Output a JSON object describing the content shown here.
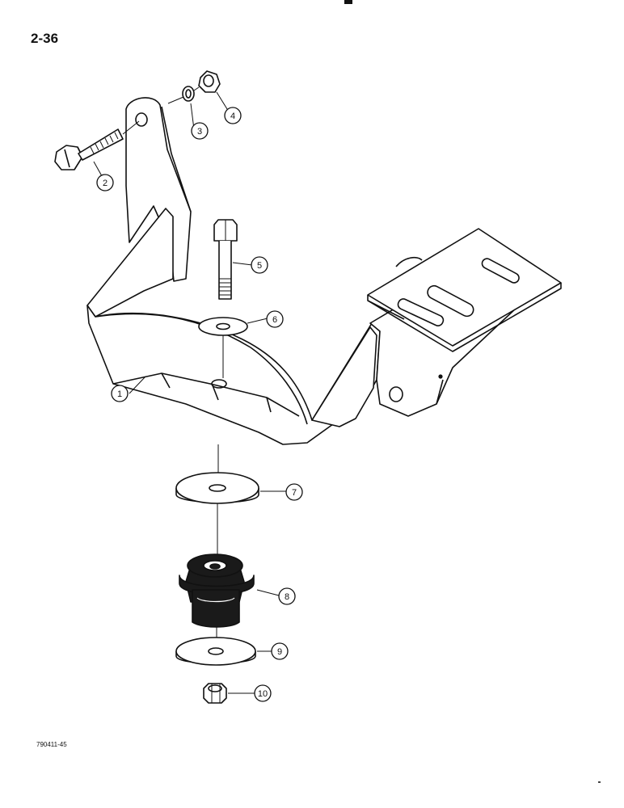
{
  "page": {
    "number": "2-36",
    "figure_code": "790411-45"
  },
  "callouts": [
    {
      "label": "1",
      "part": "mounting-bracket"
    },
    {
      "label": "2",
      "part": "bolt"
    },
    {
      "label": "3",
      "part": "lock-washer"
    },
    {
      "label": "4",
      "part": "nut"
    },
    {
      "label": "5",
      "part": "bolt"
    },
    {
      "label": "6",
      "part": "washer"
    },
    {
      "label": "7",
      "part": "large-washer"
    },
    {
      "label": "8",
      "part": "rubber-isolator"
    },
    {
      "label": "9",
      "part": "large-washer"
    },
    {
      "label": "10",
      "part": "nut"
    }
  ],
  "colors": {
    "ink": "#111111",
    "paper": "#ffffff",
    "rubber": "#1a1a1a"
  }
}
